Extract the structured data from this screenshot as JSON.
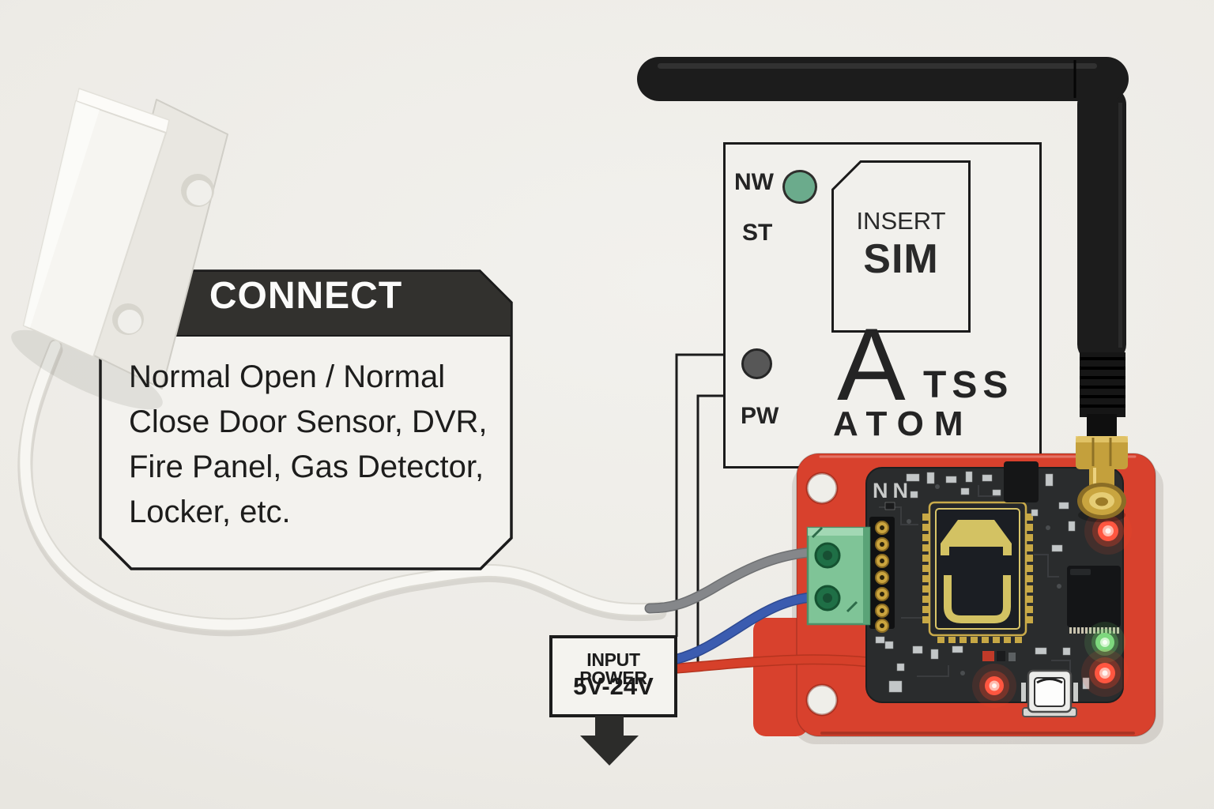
{
  "connect_box": {
    "title": "CONNECT",
    "body": "Normal Open / Normal\nClose Door Sensor, DVR,\nFire Panel, Gas Detector,\nLocker, etc."
  },
  "status_panel": {
    "labels": {
      "nw": "NW",
      "st": "ST",
      "pw": "PW"
    },
    "nw_led_color": "#6BAB8C",
    "pw_led_color": "#575757",
    "sim_slot": {
      "line1": "INSERT",
      "line2": "SIM"
    },
    "brand": {
      "initial": "A",
      "suffix": "TSS",
      "name": "ATOM"
    }
  },
  "board": {
    "silkscreen": "NN",
    "base_color": "#D8412D",
    "pcb_color": "#2A2C2D",
    "terminal_color": "#7FC497",
    "led_red": "#FF5640",
    "led_green": "#7ED87E",
    "sim_gold": "#D3C263"
  },
  "input_power": {
    "line1": "INPUT POWER",
    "line2": "5V-24V"
  },
  "wires": {
    "white": "#F7F6F2",
    "gray": "#85878A",
    "blue": "#3B5CB0",
    "red": "#D6402A"
  },
  "antenna": {
    "body_color": "#1C1C1C",
    "connector_color": "#C4A03C"
  }
}
